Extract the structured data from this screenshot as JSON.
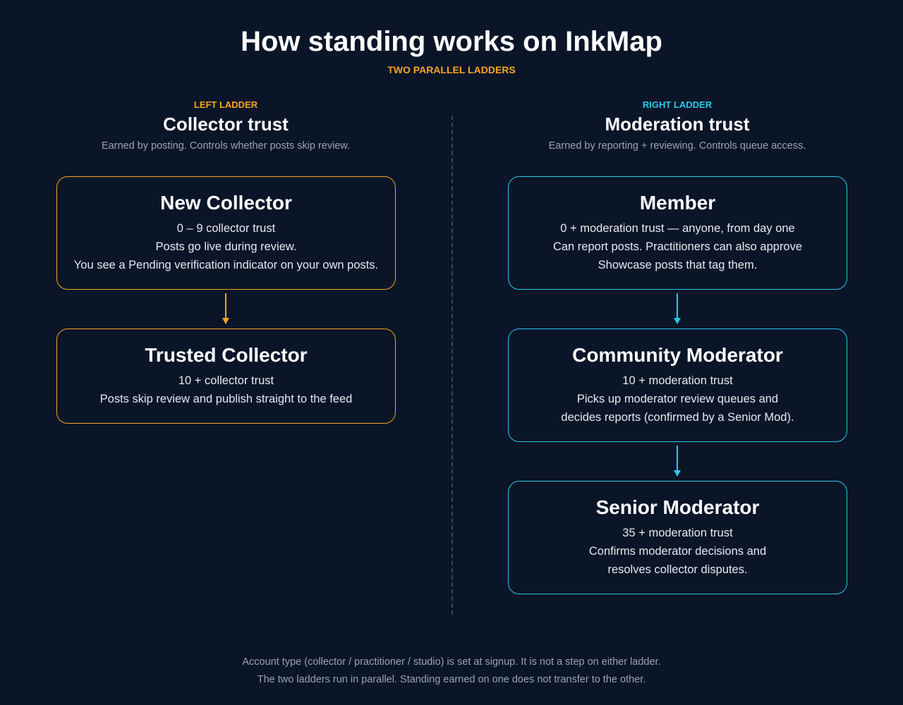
{
  "header": {
    "title": "How standing works on InkMap",
    "subtitle": "TWO PARALLEL LADDERS"
  },
  "left_ladder": {
    "kicker": "LEFT LADDER",
    "title": "Collector trust",
    "description": "Earned by posting. Controls whether posts skip review.",
    "color": "#f5a524",
    "cards": [
      {
        "title": "New Collector",
        "lines": [
          "0 – 9 collector trust",
          "Posts go live during review.",
          "You see a Pending verification indicator on your own posts."
        ]
      },
      {
        "title": "Trusted Collector",
        "lines": [
          "10 + collector trust",
          "Posts skip review and publish straight to the feed"
        ]
      }
    ]
  },
  "right_ladder": {
    "kicker": "RIGHT LADDER",
    "title": "Moderation trust",
    "description": "Earned by reporting + reviewing. Controls queue access.",
    "color": "#29c8ea",
    "cards": [
      {
        "title": "Member",
        "lines": [
          "0 + moderation trust — anyone, from day one",
          "Can report posts. Practitioners can also approve",
          "Showcase posts that tag them."
        ]
      },
      {
        "title": "Community Moderator",
        "lines": [
          "10 + moderation trust",
          "Picks up moderator review queues and",
          "decides reports (confirmed by a Senior Mod)."
        ]
      },
      {
        "title": "Senior Moderator",
        "lines": [
          "35 + moderation trust",
          "Confirms moderator decisions and",
          "resolves collector disputes."
        ]
      }
    ]
  },
  "footer": {
    "line1": "Account type (collector / practitioner / studio) is set at signup. It is not a step on either ladder.",
    "line2": "The two ladders run in parallel. Standing earned on one does not transfer to the other."
  },
  "colors": {
    "background": "#0b1528",
    "divider": "#3a4558",
    "muted_text": "#9aa3b2"
  }
}
